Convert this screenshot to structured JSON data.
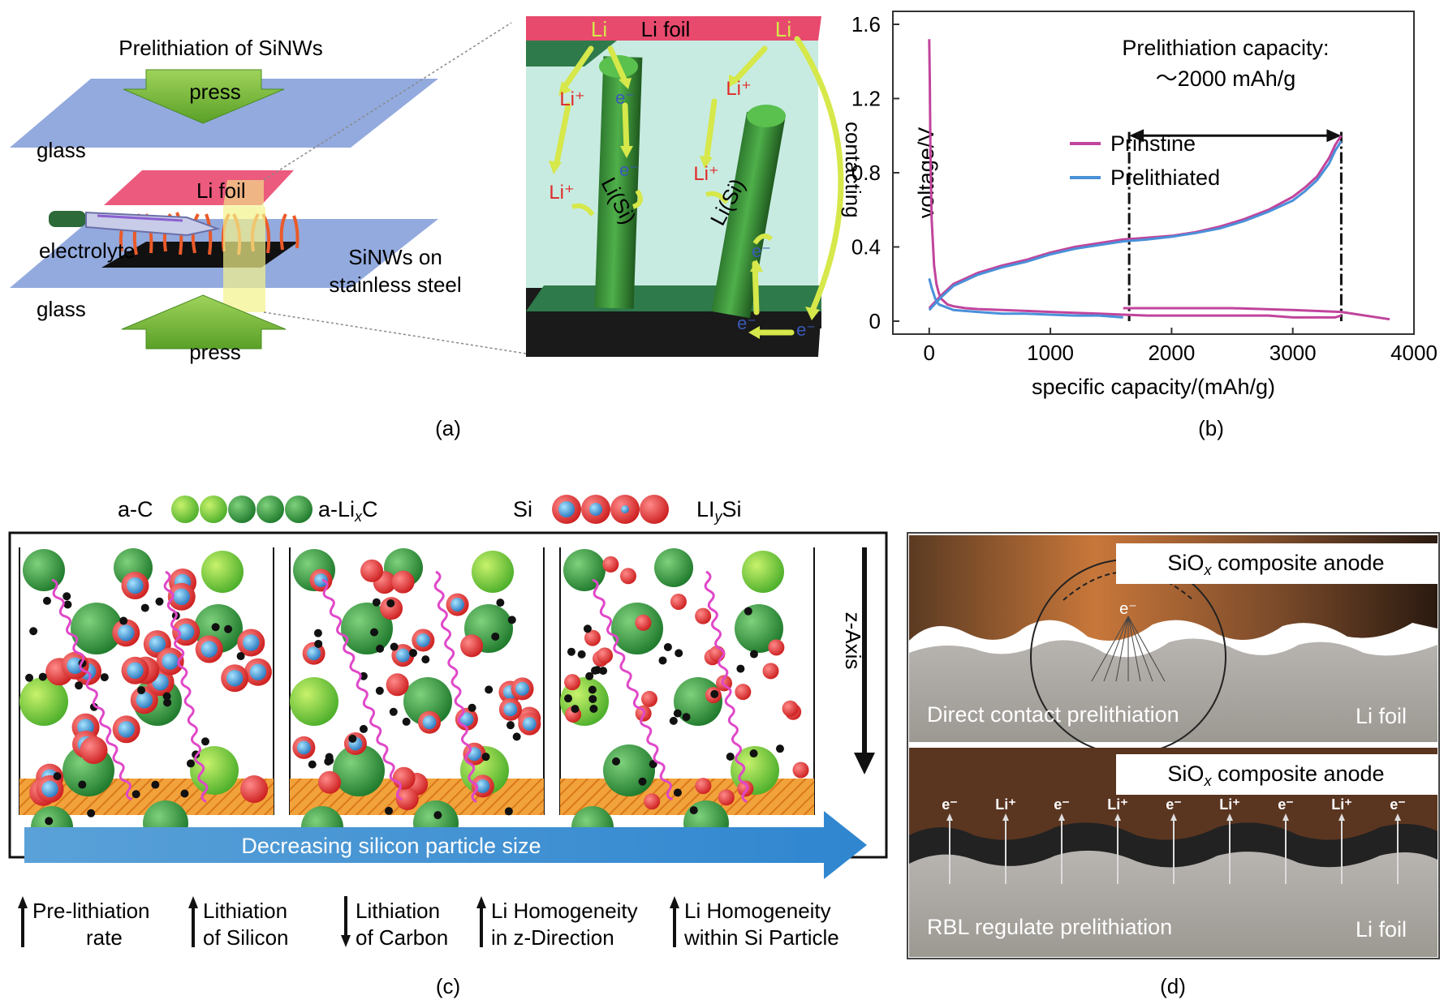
{
  "panel_a": {
    "title": "Prelithiation of SiNWs",
    "press_top": "press",
    "press_bottom": "press",
    "glass_top": "glass",
    "glass_bottom": "glass",
    "li_foil": "Li foil",
    "electrolyte": "electrolyte",
    "sinws_line1": "SiNWs on",
    "sinws_line2": "stainless steel",
    "zoom_li_foil": "Li foil",
    "li_left": "Li",
    "li_right": "Li",
    "li_ion": "Li⁺",
    "electron": "e⁻",
    "li_si": "Li(Si)",
    "contacting": "contacting",
    "caption": "(a)"
  },
  "panel_b": {
    "caption": "(b)",
    "annotation_line1": "Prelithiation capacity:",
    "annotation_line2": "～2000 mAh/g"
  },
  "chart_data": {
    "type": "line",
    "xlabel": "specific capacity/(mAh/g)",
    "ylabel": "voltage/V",
    "xlim": [
      -300,
      4000
    ],
    "ylim": [
      -0.07,
      1.67
    ],
    "xticks": [
      0,
      1000,
      2000,
      3000,
      4000
    ],
    "yticks": [
      0,
      0.4,
      0.8,
      1.2,
      1.6
    ],
    "grid": false,
    "legend": "center-left",
    "series": [
      {
        "name": "Prinstine",
        "color": "#c1449c",
        "segments": [
          {
            "x": [
              0,
              5,
              10,
              20,
              40,
              60,
              80,
              100,
              150,
              200,
              300,
              400,
              600,
              800,
              1000,
              1200,
              1400,
              1600,
              1800,
              2000,
              2200,
              2400,
              2600,
              2800,
              3000,
              3100,
              3200,
              3300,
              3350,
              3400
            ],
            "y": [
              1.52,
              1.3,
              0.9,
              0.55,
              0.3,
              0.2,
              0.15,
              0.12,
              0.09,
              0.08,
              0.07,
              0.065,
              0.06,
              0.055,
              0.05,
              0.045,
              0.04,
              0.035,
              0.03,
              0.03,
              0.03,
              0.03,
              0.03,
              0.03,
              0.02,
              0.02,
              0.02,
              0.02,
              0.02,
              0.03
            ]
          },
          {
            "x": [
              0,
              100,
              200,
              400,
              600,
              800,
              1000,
              1200,
              1400,
              1600,
              1800,
              2000,
              2200,
              2400,
              2600,
              2800,
              3000,
              3100,
              3200,
              3300,
              3350,
              3400
            ],
            "y": [
              0.07,
              0.14,
              0.2,
              0.26,
              0.3,
              0.33,
              0.37,
              0.4,
              0.42,
              0.44,
              0.45,
              0.46,
              0.48,
              0.51,
              0.55,
              0.6,
              0.67,
              0.72,
              0.78,
              0.88,
              0.95,
              1.0
            ]
          },
          {
            "x": [
              1600,
              2000,
              2500,
              3000,
              3400,
              3800
            ],
            "y": [
              0.07,
              0.07,
              0.07,
              0.06,
              0.05,
              0.01
            ]
          }
        ]
      },
      {
        "name": "Prelithiated",
        "color": "#4a90d9",
        "segments": [
          {
            "x": [
              0,
              20,
              50,
              80,
              120,
              200,
              400,
              600,
              800,
              1000,
              1200,
              1400,
              1600
            ],
            "y": [
              0.23,
              0.18,
              0.12,
              0.09,
              0.08,
              0.06,
              0.05,
              0.04,
              0.04,
              0.035,
              0.03,
              0.03,
              0.02
            ]
          },
          {
            "x": [
              0,
              100,
              200,
              400,
              600,
              800,
              1000,
              1200,
              1400,
              1600,
              1800,
              2000,
              2200,
              2400,
              2600,
              2800,
              3000,
              3100,
              3200,
              3300,
              3350,
              3400
            ],
            "y": [
              0.06,
              0.13,
              0.19,
              0.25,
              0.29,
              0.32,
              0.36,
              0.39,
              0.41,
              0.43,
              0.44,
              0.455,
              0.475,
              0.5,
              0.54,
              0.59,
              0.65,
              0.7,
              0.76,
              0.85,
              0.92,
              0.97
            ]
          }
        ]
      }
    ],
    "markers": [
      1650,
      3400
    ]
  },
  "panel_c": {
    "caption": "(c)",
    "legend_aC": "a-C",
    "legend_aLiC_pre": "a-Li",
    "legend_aLiC_sub": "x",
    "legend_aLiC_post": "C",
    "legend_si": "Si",
    "legend_liysi_pre": "LI",
    "legend_liysi_sub": "y",
    "legend_liysi_post": "Si",
    "z_axis": "z-Axis",
    "arrow_text": "Decreasing silicon particle size",
    "trends": [
      {
        "dir": "up",
        "l1": "Pre-lithiation",
        "l2": "rate"
      },
      {
        "dir": "up",
        "l1": "Lithiation",
        "l2": "of Silicon"
      },
      {
        "dir": "down",
        "l1": "Lithiation",
        "l2": "of Carbon"
      },
      {
        "dir": "up",
        "l1": "Li Homogeneity",
        "l2": "in z-Direction"
      },
      {
        "dir": "up",
        "l1": "Li Homogeneity",
        "l2": "within Si Particle"
      }
    ]
  },
  "panel_d": {
    "caption": "(d)",
    "top_label_pre": "SiO",
    "top_label_sub": "x",
    "top_label_post": " composite anode",
    "top_text": "Direct contact prelithiation",
    "top_foil": "Li foil",
    "bottom_label_pre": "SiO",
    "bottom_label_sub": "x",
    "bottom_label_post": " composite anode",
    "bottom_text": "RBL regulate prelithiation",
    "bottom_foil": "Li foil",
    "electron": "e⁻",
    "li_labels": [
      "e⁻",
      "Li⁺",
      "e⁻",
      "Li⁺",
      "e⁻",
      "Li⁺",
      "e⁻",
      "Li⁺",
      "e⁻"
    ]
  }
}
